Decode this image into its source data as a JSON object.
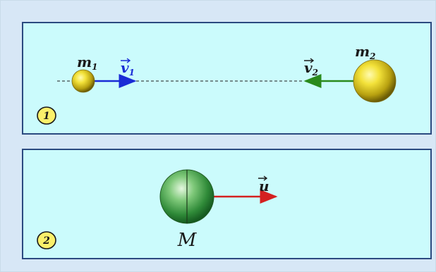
{
  "frame": {
    "background_color": "#d7e7f6"
  },
  "panel_1": {
    "step_number": "1",
    "mass_small_label": "m",
    "mass_small_subscript": "1",
    "mass_large_label": "m",
    "mass_large_subscript": "2",
    "velocity_1_label": "v",
    "velocity_1_subscript": "1",
    "velocity_2_label": "v",
    "velocity_2_subscript": "2",
    "velocity_1_color": "#1a2bd6",
    "velocity_2_color": "#2a8a1c"
  },
  "panel_2": {
    "step_number": "2",
    "combined_mass_label": "M",
    "velocity_label": "u",
    "velocity_color": "#d42020"
  }
}
